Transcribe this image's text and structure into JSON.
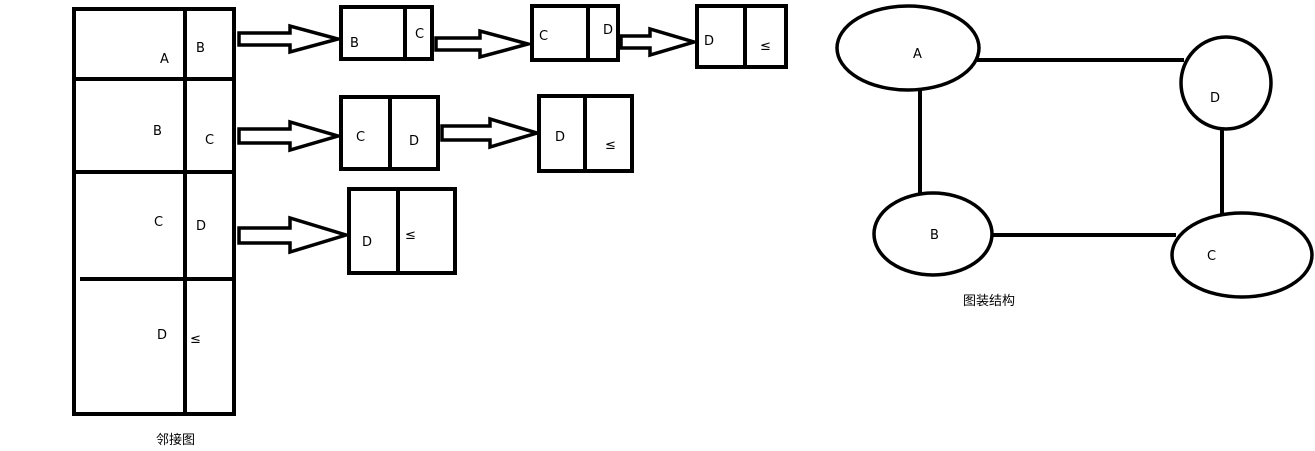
{
  "adjacency": {
    "caption": "邻接图",
    "rows": [
      {
        "vertex": "A",
        "next": "B"
      },
      {
        "vertex": "B",
        "next": "C"
      },
      {
        "vertex": "C",
        "next": "D"
      },
      {
        "vertex": "D",
        "next": "≤"
      }
    ],
    "lists": [
      [
        {
          "data": "B",
          "next": "C"
        },
        {
          "data": "C",
          "next": "D"
        },
        {
          "data": "D",
          "next": "≤"
        }
      ],
      [
        {
          "data": "C",
          "next": "D"
        },
        {
          "data": "D",
          "next": "≤"
        }
      ],
      [
        {
          "data": "D",
          "next": "≤"
        }
      ]
    ]
  },
  "graph": {
    "caption": "图装结构",
    "nodes": [
      {
        "label": "A"
      },
      {
        "label": "B"
      },
      {
        "label": "C"
      },
      {
        "label": "D"
      }
    ],
    "edges": [
      [
        "A",
        "D"
      ],
      [
        "A",
        "B"
      ],
      [
        "B",
        "C"
      ],
      [
        "D",
        "C"
      ]
    ]
  }
}
